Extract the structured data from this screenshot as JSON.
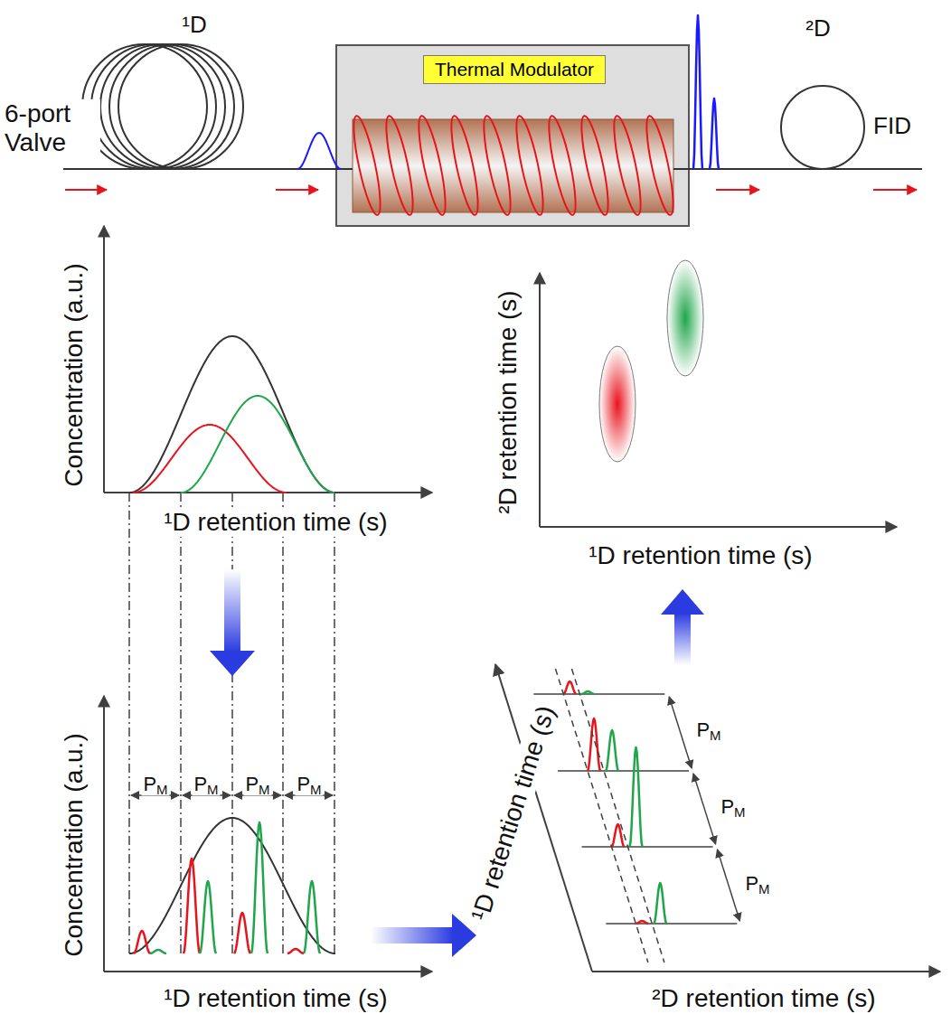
{
  "diagram": {
    "nodes": [
      {
        "text": [
          "Thermal Modulator"
        ]
      }
    ],
    "labels": [
      "¹D",
      "6-port Valve",
      "²D",
      "FID",
      "Concentration (a.u.)",
      "¹D retention time (s)",
      "²D retention time (s)",
      "¹D retention time (s)",
      "Concentration (a.u.)",
      "PM",
      "PM",
      "PM",
      "PM",
      "¹D retention time (s)",
      "¹D retention time (s)",
      "PM",
      "PM",
      "PM",
      "²D retention time (s)"
    ]
  }
}
